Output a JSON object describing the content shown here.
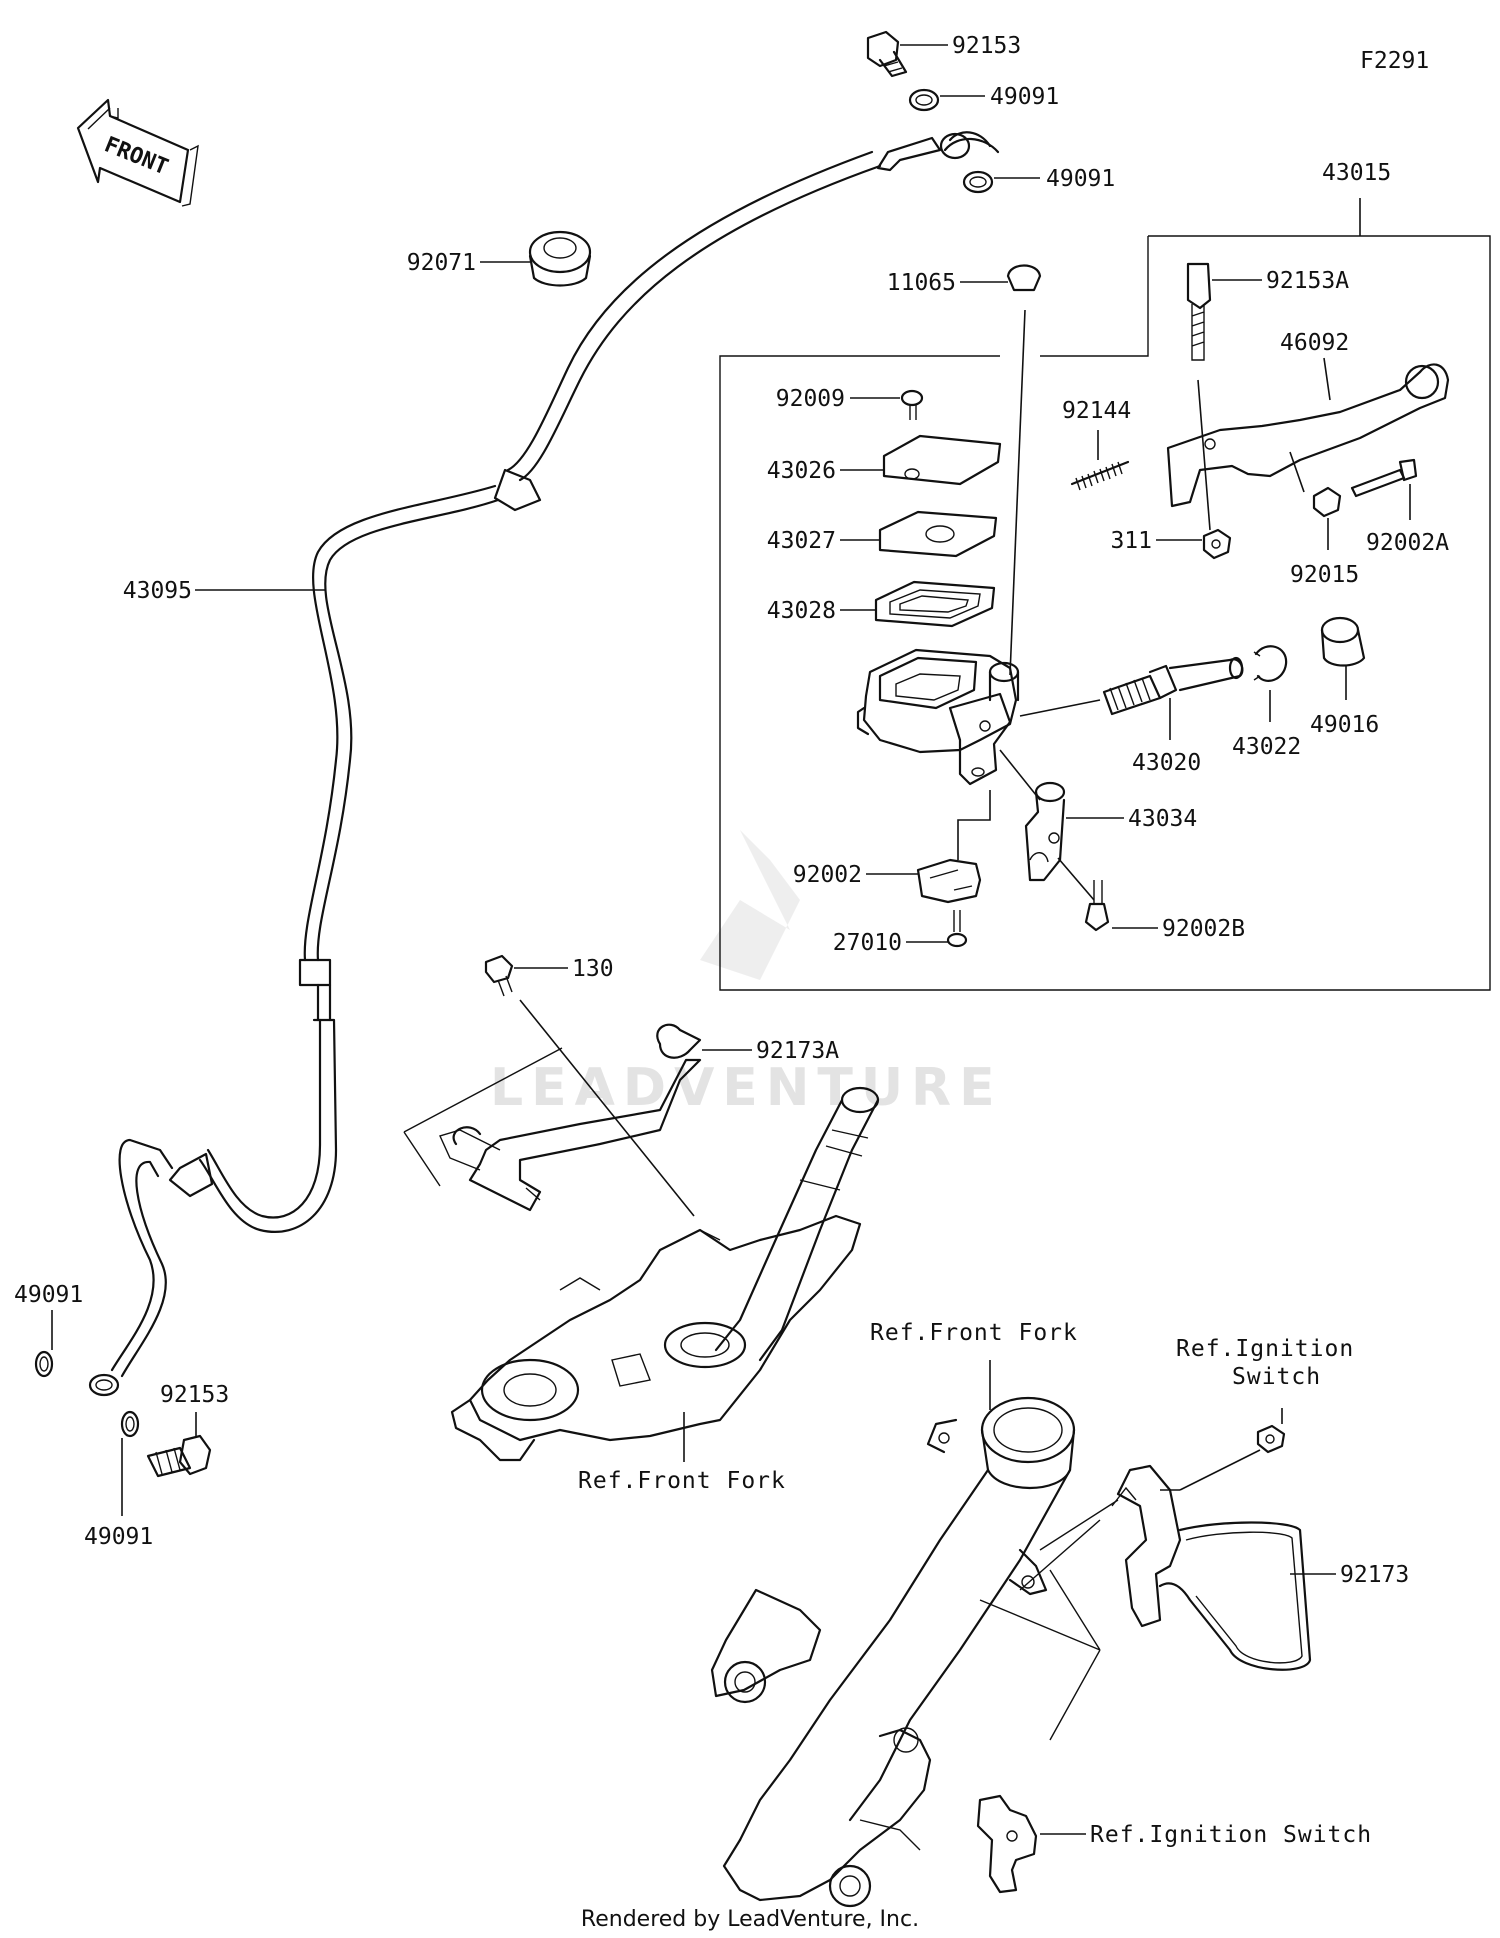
{
  "diagram": {
    "code": "F2291",
    "front_label": "FRONT",
    "watermark": "LEADVENTURE",
    "footer": "Rendered by LeadVenture, Inc.",
    "labels": {
      "p92153_top": "92153",
      "p49091_a": "49091",
      "p49091_b": "49091",
      "p43015": "43015",
      "p92071": "92071",
      "p11065": "11065",
      "p92153A": "92153A",
      "p46092": "46092",
      "p92009": "92009",
      "p92144": "92144",
      "p43026": "43026",
      "p311": "311",
      "p92015": "92015",
      "p92002A": "92002A",
      "p43027": "43027",
      "p43095": "43095",
      "p43028": "43028",
      "p49016": "49016",
      "p43020": "43020",
      "p43022": "43022",
      "p43034": "43034",
      "p92002": "92002",
      "p27010": "27010",
      "p92002B": "92002B",
      "p130": "130",
      "p92173A": "92173A",
      "ref_front_fork_a": "Ref.Front Fork",
      "ref_front_fork_b": "Ref.Front Fork",
      "ref_ignition_a1": "Ref.Ignition",
      "ref_ignition_a2": "Switch",
      "ref_ignition_b": "Ref.Ignition Switch",
      "p92173": "92173",
      "p49091_c": "49091",
      "p92153_bot": "92153",
      "p49091_d": "49091"
    }
  }
}
